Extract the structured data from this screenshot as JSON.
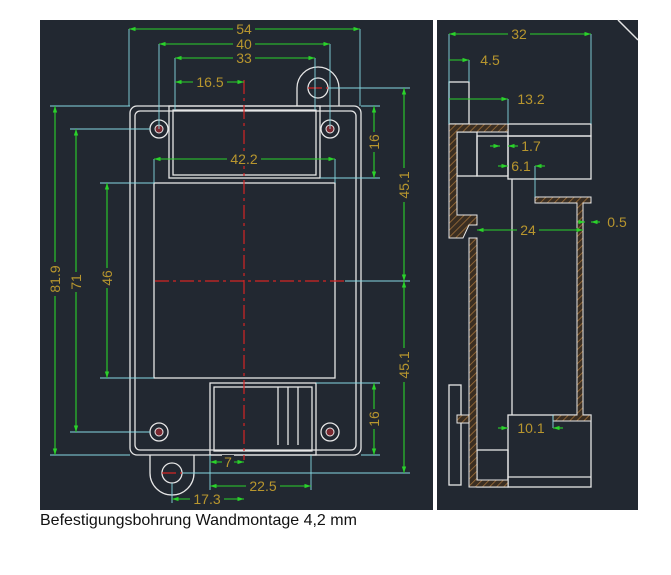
{
  "front_view": {
    "dims": {
      "width_total": "54",
      "hole_spacing": "40",
      "window_width": "33",
      "half_window": "16.5",
      "panel_width": "42.2",
      "top_window_height": "16",
      "tab_to_center_top": "45.1",
      "tab_to_center_bottom": "45.1",
      "height_total": "81.9",
      "hole_vertical_spacing": "71",
      "panel_height": "46",
      "bottom_window_height": "16",
      "connector_offset": "7",
      "connector_width": "22.5",
      "bottom_tab_offset": "17.3"
    }
  },
  "side_view": {
    "dims": {
      "depth_total": "32",
      "flange": "4.5",
      "front_depth": "13.2",
      "wall_a": "1.7",
      "step": "6.1",
      "inner_depth": "24",
      "wall_gap": "0.5",
      "bottom_step": "10.1"
    }
  },
  "caption": "Befestigungsbohrung Wandmontage 4,2 mm",
  "colors": {
    "background": "#222831",
    "dimension": "#2ad22a",
    "text": "#b8962e",
    "outline": "#e6e6e6",
    "centerline": "#d42424"
  }
}
